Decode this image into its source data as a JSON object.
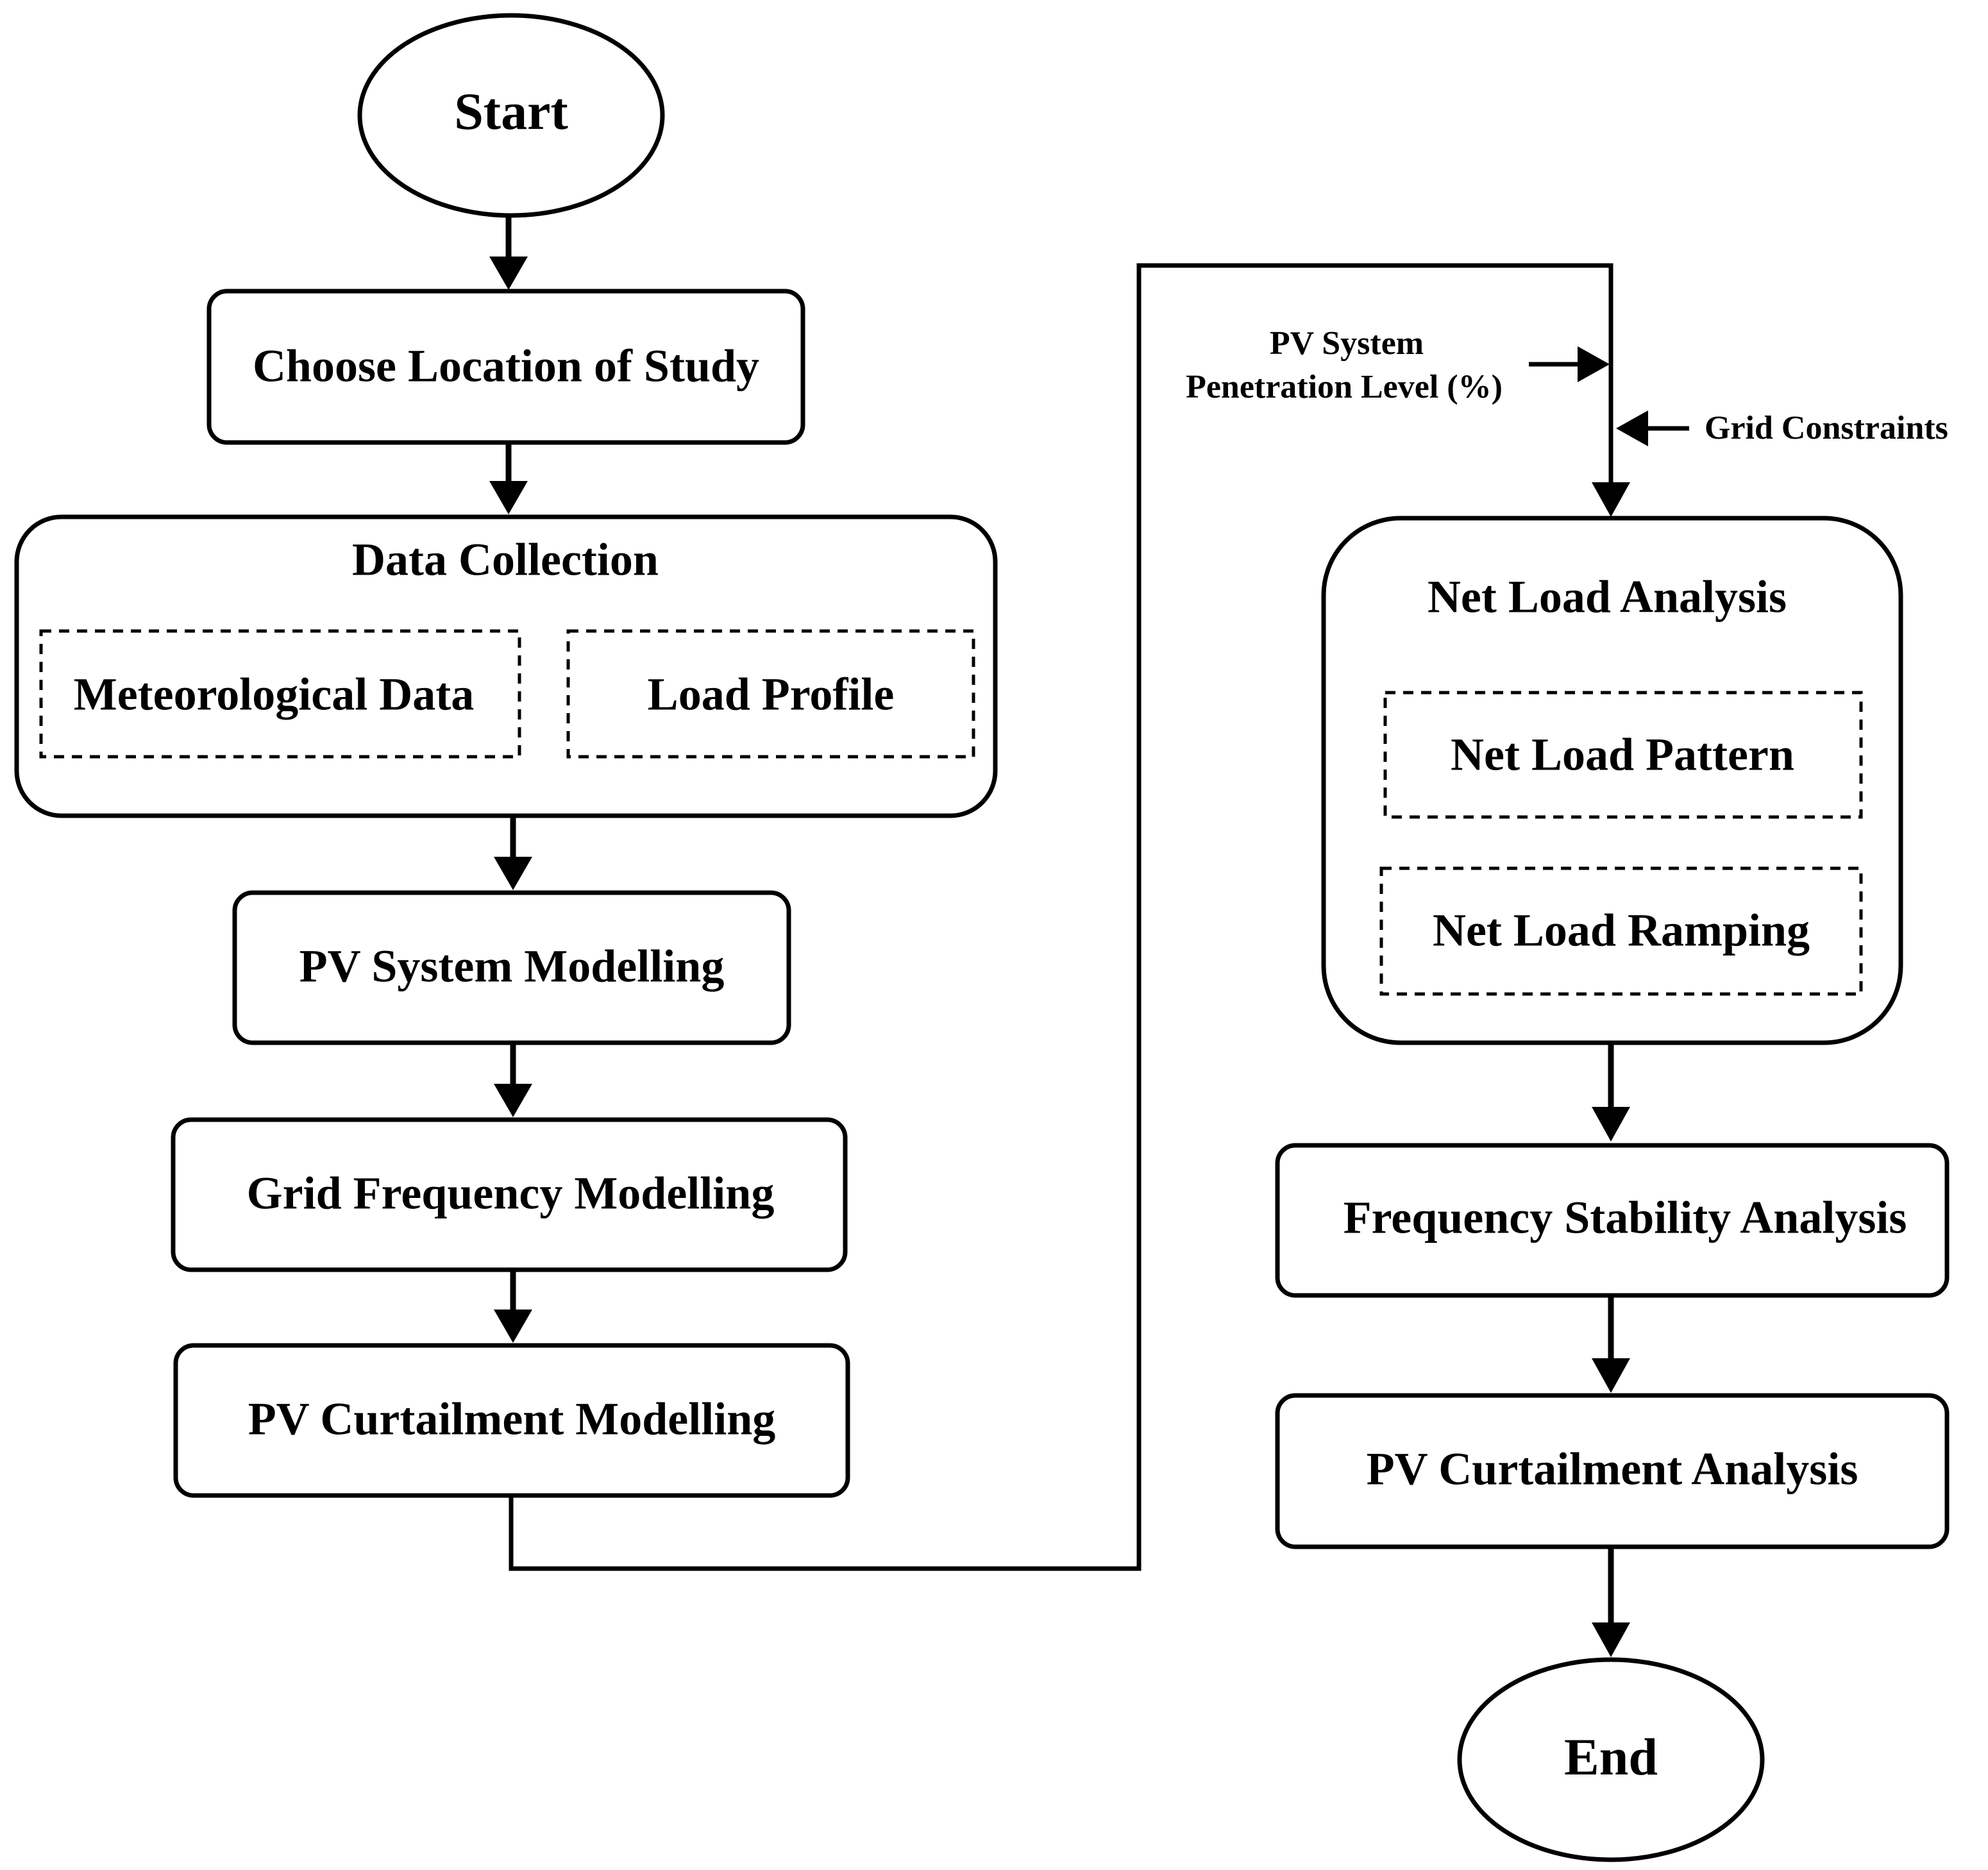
{
  "nodes": {
    "start": "Start",
    "choose_location": "Choose Location of Study",
    "data_collection": {
      "title": "Data Collection",
      "items": [
        "Meteorological Data",
        "Load Profile"
      ]
    },
    "pv_system_modelling": "PV System Modelling",
    "grid_frequency_modelling": "Grid Frequency Modelling",
    "pv_curtailment_modelling": "PV Curtailment Modelling",
    "net_load_analysis": {
      "title": "Net Load Analysis",
      "items": [
        "Net Load Pattern",
        "Net Load Ramping"
      ]
    },
    "frequency_stability_analysis": "Frequency Stability Analysis",
    "pv_curtailment_analysis": "PV Curtailment Analysis",
    "end": "End"
  },
  "inputs": {
    "penetration_level": [
      "PV System",
      "Penetration Level (%)"
    ],
    "grid_constraints": "Grid Constraints"
  }
}
